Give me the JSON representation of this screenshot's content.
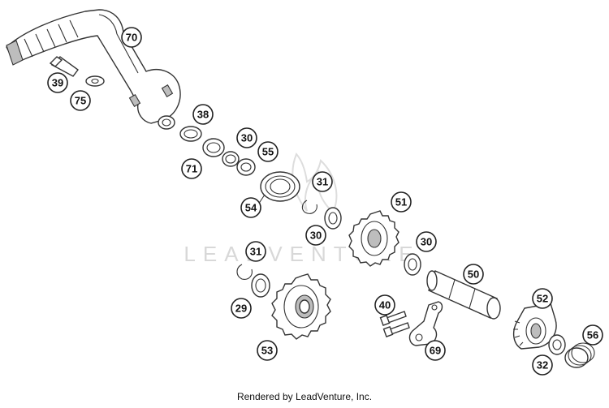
{
  "diagram": {
    "watermark": "LEADVENTURE",
    "footer": "Rendered by LeadVenture, Inc.",
    "callouts": [
      "70",
      "39",
      "75",
      "38",
      "71",
      "30",
      "55",
      "31",
      "54",
      "30",
      "51",
      "30",
      "31",
      "50",
      "29",
      "40",
      "52",
      "53",
      "69",
      "56",
      "32"
    ]
  }
}
